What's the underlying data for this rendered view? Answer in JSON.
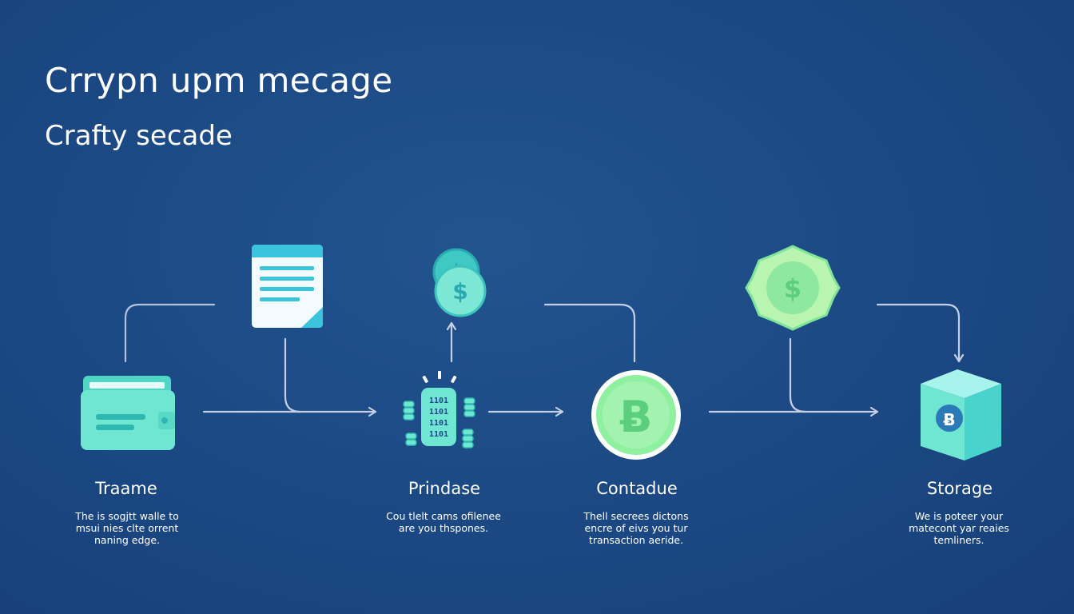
{
  "title": "Crrypn upm mecage",
  "subtitle": "Crafty secade",
  "colors": {
    "background": "#1c4a85",
    "connector": "#c4cfe6",
    "teal": "#5fe3cf",
    "teal_dark": "#2fb8b0",
    "green": "#8ff0a0",
    "text": "#ffffff"
  },
  "stages": [
    {
      "label": "Traame",
      "description": [
        "The is sogjtt walle to",
        "msui nies clte orrent",
        "naning edge."
      ]
    },
    {
      "label": "Prindase",
      "description": [
        "Cou tlelt cams ofilenee",
        "are you thspones."
      ]
    },
    {
      "label": "Contadue",
      "description": [
        "Thell secrees dictons",
        "encre of eivs you tur",
        "transaction aeride."
      ]
    },
    {
      "label": "Storage",
      "description": [
        "We is poteer your",
        "matecont yar reaies",
        "temliners."
      ]
    }
  ],
  "icons": {
    "wallet": "wallet-icon",
    "document": "document-icon",
    "miner": "mining-rig-icon",
    "coins": "dollar-coins-icon",
    "bitcoin": "bitcoin-coin-icon",
    "badge": "dollar-badge-icon",
    "storage": "storage-cube-icon"
  },
  "glyphs": {
    "dollar": "$",
    "bitcoin": "Ƀ",
    "binary": "1101"
  }
}
